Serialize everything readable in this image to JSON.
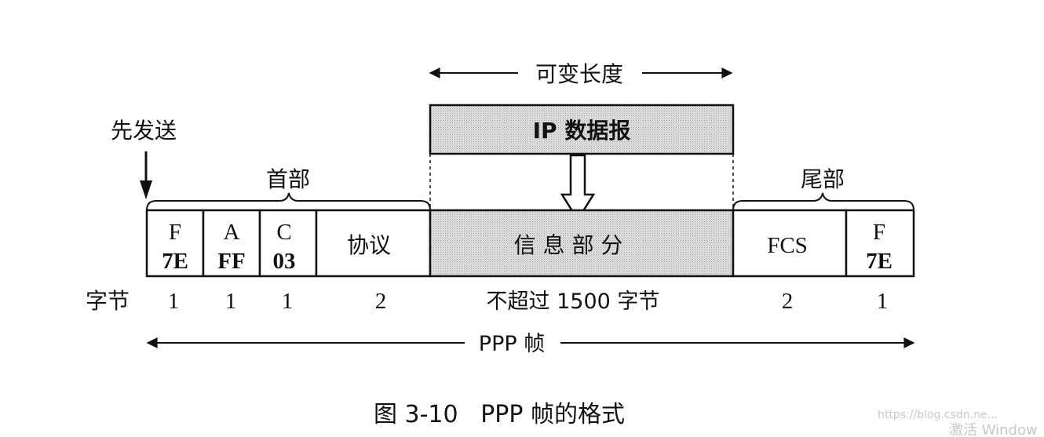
{
  "top_span": {
    "label": "可变长度"
  },
  "ip_datagram": {
    "label": "IP 数据报"
  },
  "send_first": {
    "label": "先发送"
  },
  "header_group": {
    "label": "首部"
  },
  "trailer_group": {
    "label": "尾部"
  },
  "fields": {
    "f_start": {
      "name": "F",
      "value": "7E"
    },
    "address": {
      "name": "A",
      "value": "FF"
    },
    "control": {
      "name": "C",
      "value": "03"
    },
    "protocol": {
      "name": "协议"
    },
    "info": {
      "name": "信 息 部 分"
    },
    "fcs": {
      "name": "FCS"
    },
    "f_end": {
      "name": "F",
      "value": "7E"
    }
  },
  "bytes_row": {
    "label": "字节",
    "f_start": "1",
    "address": "1",
    "control": "1",
    "protocol": "2",
    "info": "不超过 1500 字节",
    "fcs": "2",
    "f_end": "1"
  },
  "frame_span": {
    "label": "PPP 帧"
  },
  "caption": "图 3-10   PPP 帧的格式",
  "watermark": {
    "url": "https://blog.csdn.ne...",
    "activate": "激活 Window"
  }
}
